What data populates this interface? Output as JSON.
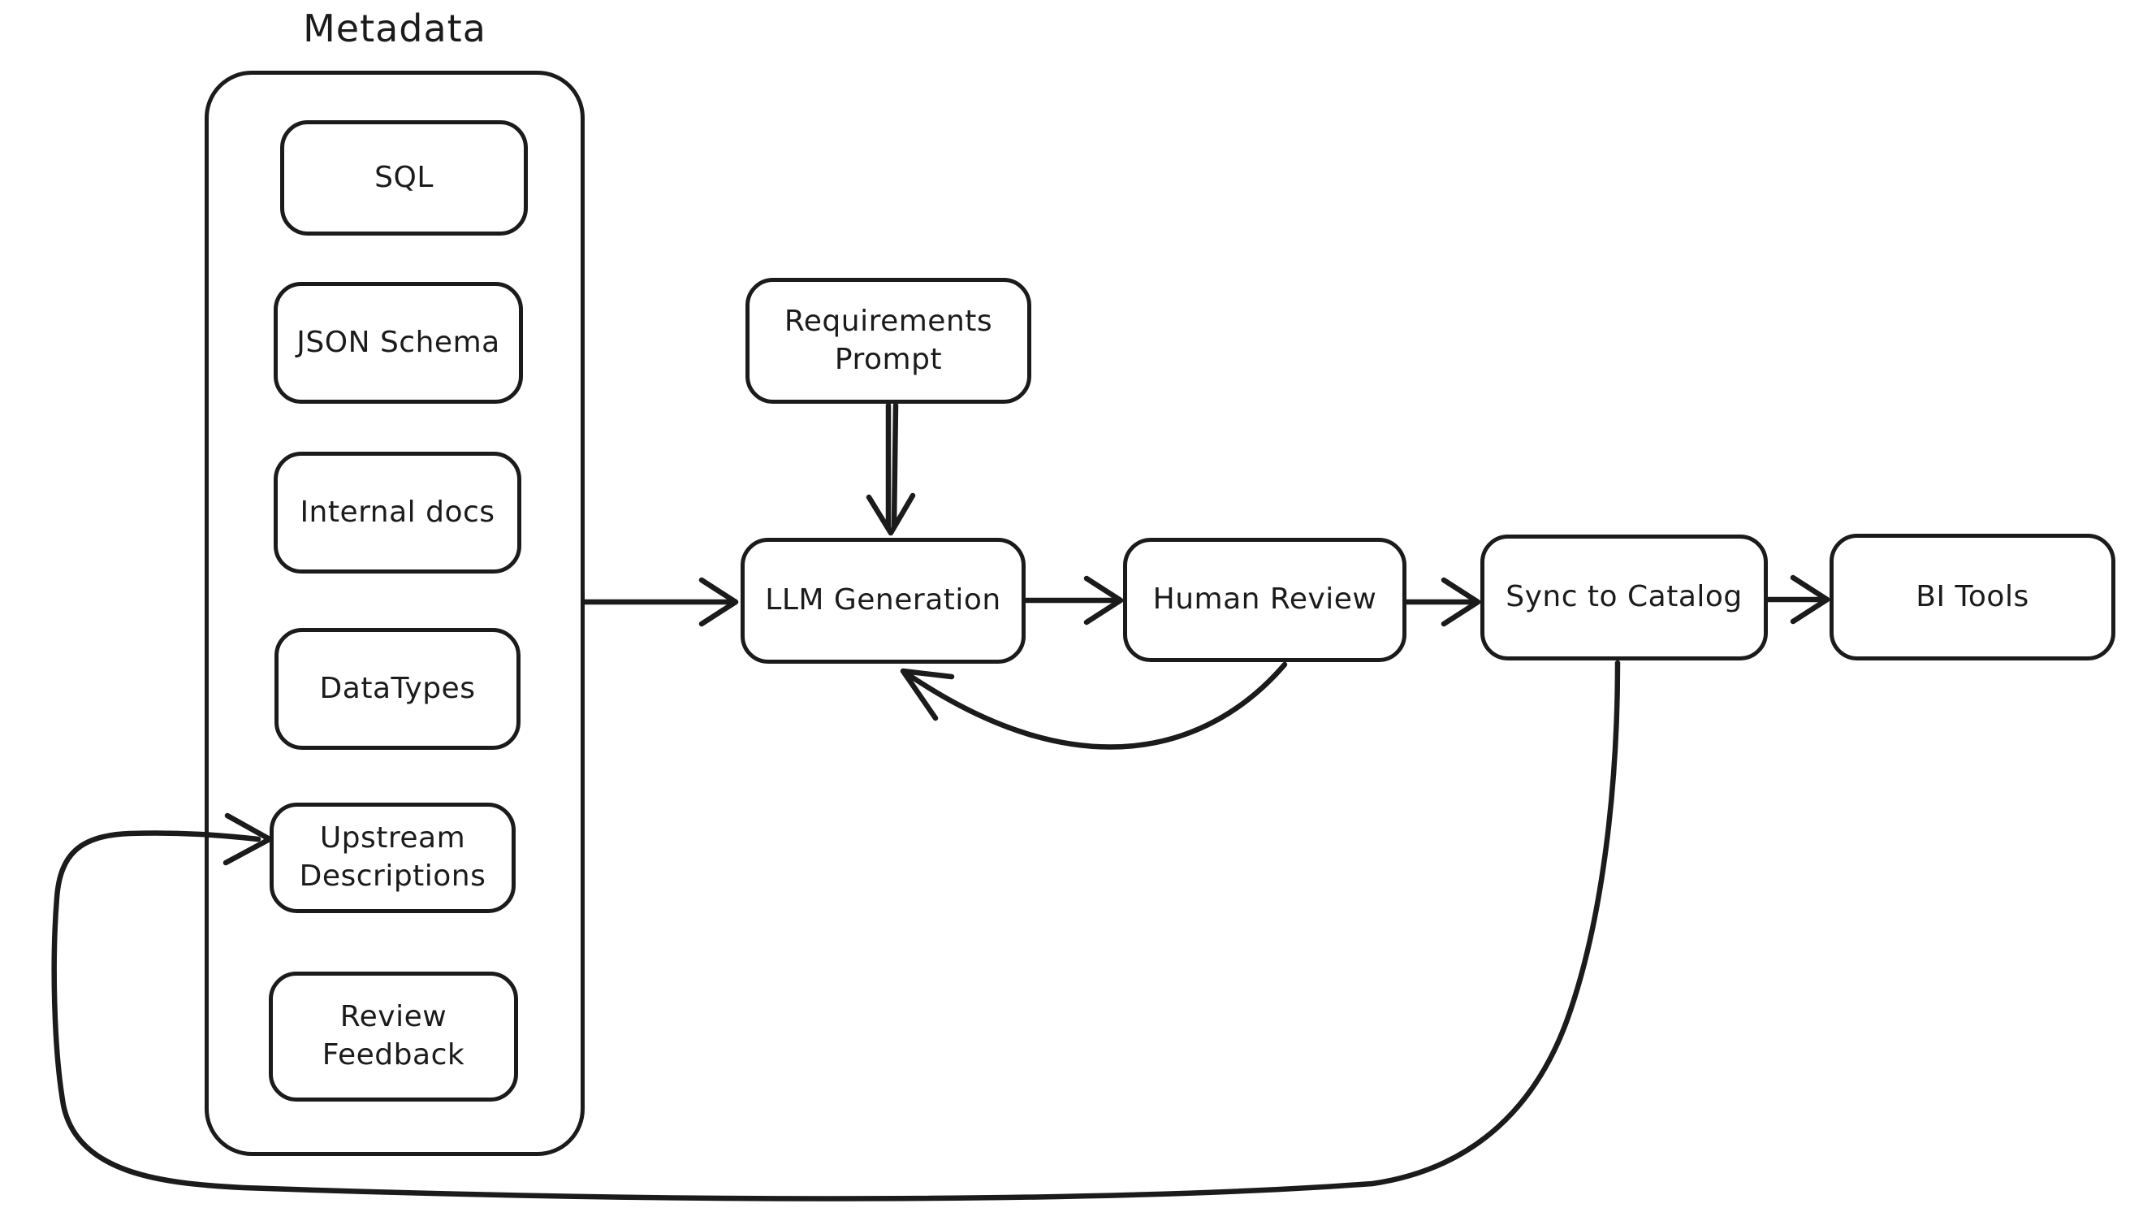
{
  "diagram": {
    "background_color": "#ffffff",
    "stroke_color": "#1b1b1b",
    "container": {
      "label": "Metadata",
      "items": [
        {
          "label": "SQL"
        },
        {
          "label": "JSON Schema"
        },
        {
          "label": "Internal docs"
        },
        {
          "label": "DataTypes"
        },
        {
          "label": "Upstream Descriptions"
        },
        {
          "label": "Review Feedback"
        }
      ]
    },
    "nodes": [
      {
        "label": "Requirements Prompt"
      },
      {
        "label": "LLM Generation"
      },
      {
        "label": "Human Review"
      },
      {
        "label": "Sync to Catalog"
      },
      {
        "label": "BI Tools"
      }
    ],
    "edges": [
      {
        "from": "Requirements Prompt",
        "to": "LLM Generation",
        "style": "double-line-arrow"
      },
      {
        "from": "Metadata",
        "to": "LLM Generation",
        "style": "arrow"
      },
      {
        "from": "LLM Generation",
        "to": "Human Review",
        "style": "arrow"
      },
      {
        "from": "Human Review",
        "to": "Sync to Catalog",
        "style": "arrow"
      },
      {
        "from": "Sync to Catalog",
        "to": "BI Tools",
        "style": "arrow"
      },
      {
        "from": "Human Review",
        "to": "LLM Generation",
        "style": "curved-feedback-arrow"
      },
      {
        "from": "Sync to Catalog",
        "to": "Upstream Descriptions",
        "style": "long-feedback-loop-arrow"
      }
    ]
  }
}
